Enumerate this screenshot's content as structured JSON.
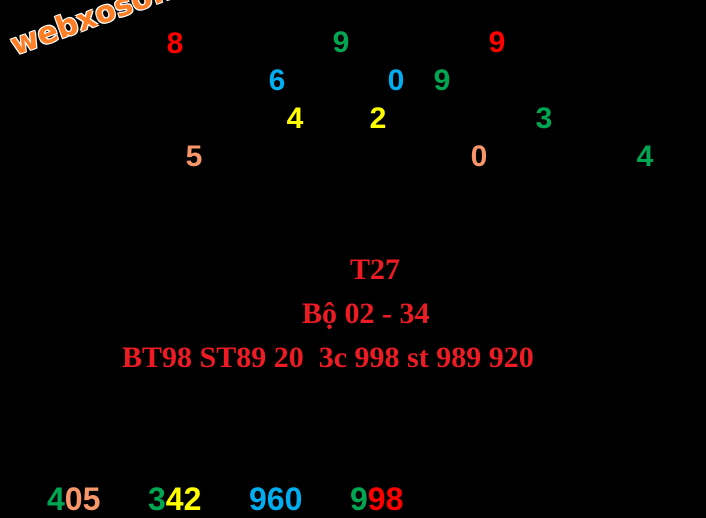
{
  "watermark": "webxoso.net",
  "colors": {
    "red": "#ff0000",
    "green": "#00a651",
    "cyan": "#00aeef",
    "yellow": "#ffff00",
    "orange": "#f7976a",
    "text_red": "#ed1c24"
  },
  "digits": [
    {
      "value": "8",
      "color": "red"
    },
    {
      "value": "9",
      "color": "green"
    },
    {
      "value": "9",
      "color": "red"
    },
    {
      "value": "6",
      "color": "cyan"
    },
    {
      "value": "0",
      "color": "cyan"
    },
    {
      "value": "9",
      "color": "green"
    },
    {
      "value": "4",
      "color": "yellow"
    },
    {
      "value": "2",
      "color": "yellow"
    },
    {
      "value": "3",
      "color": "green"
    },
    {
      "value": "5",
      "color": "orange"
    },
    {
      "value": "0",
      "color": "orange"
    },
    {
      "value": "4",
      "color": "green"
    }
  ],
  "lines": {
    "title": "T27",
    "bo": "Bộ 02 - 34",
    "bt": "BT98 ST89 20  3c 998 st 989 920"
  },
  "bottom_groups": [
    [
      {
        "text": "4",
        "color": "green"
      },
      {
        "text": "05",
        "color": "orange"
      }
    ],
    [
      {
        "text": "3",
        "color": "green"
      },
      {
        "text": "42",
        "color": "yellow"
      }
    ],
    [
      {
        "text": "960",
        "color": "cyan"
      }
    ],
    [
      {
        "text": "9",
        "color": "green"
      },
      {
        "text": "98",
        "color": "red"
      }
    ]
  ]
}
